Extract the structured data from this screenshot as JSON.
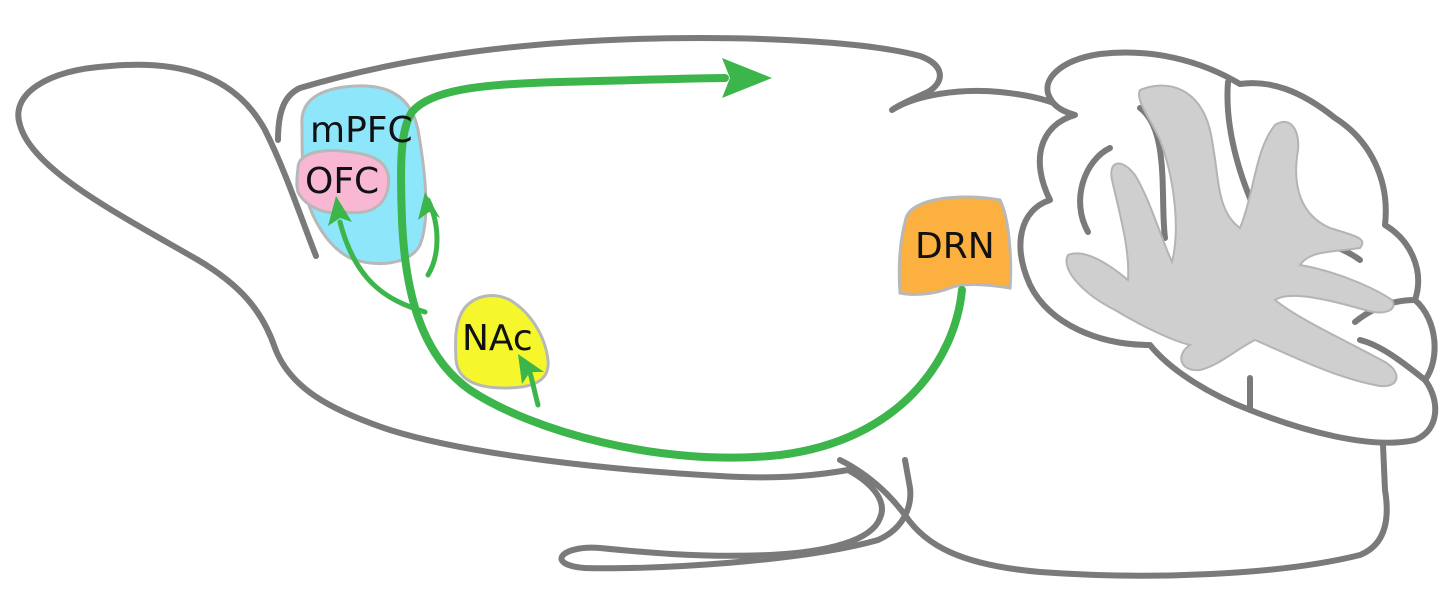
{
  "regions": [
    {
      "id": "mpfc",
      "label": "mPFC",
      "color": "#8ee6fb"
    },
    {
      "id": "ofc",
      "label": "OFC",
      "color": "#f8b8d4"
    },
    {
      "id": "nac",
      "label": "NAc",
      "color": "#f5f72c"
    },
    {
      "id": "drn",
      "label": "DRN",
      "color": "#fbb040"
    }
  ],
  "colors": {
    "outline": "#7a7a7a",
    "projection": "#3cb54a",
    "cerebellum_white_matter": "#cfcfcf"
  },
  "projections": [
    {
      "from": "DRN",
      "to": "mPFC"
    },
    {
      "from": "DRN",
      "to": "OFC"
    },
    {
      "from": "DRN",
      "to": "NAc"
    },
    {
      "from": "DRN",
      "to": "cortex"
    }
  ]
}
